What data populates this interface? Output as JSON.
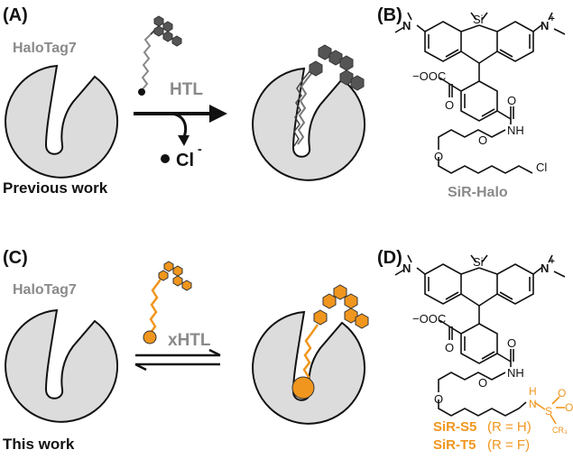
{
  "colors": {
    "black": "#111111",
    "gray_text": "#8a8a8a",
    "pocket_fill": "#dcdcdc",
    "hexagon_gray": "#555555",
    "orange": "#f0961e"
  },
  "panel_a": {
    "label": "(A)",
    "protein_label": "HaloTag7",
    "reaction_label": "HTL",
    "byproduct": "Cl",
    "byproduct_charge": "-",
    "caption": "Previous work"
  },
  "panel_b": {
    "label": "(B)",
    "atoms": {
      "si": "Si",
      "n_left": "N",
      "n_right": "N",
      "n_charge": "+",
      "carboxylate": "−OOC",
      "o_carbonyl": "O",
      "nh": "NH",
      "o1": "O",
      "o2": "O",
      "cl": "Cl"
    },
    "name": "SiR-Halo"
  },
  "panel_c": {
    "label": "(C)",
    "protein_label": "HaloTag7",
    "reaction_label": "xHTL",
    "caption": "This work"
  },
  "panel_d": {
    "label": "(D)",
    "atoms": {
      "si": "Si",
      "n_left": "N",
      "n_right": "N",
      "n_charge": "+",
      "carboxylate": "−OOC",
      "o_carbonyl": "O",
      "nh": "NH",
      "o1": "O",
      "o2": "O",
      "sulf_h": "H",
      "sulf_n": "N",
      "sulf_s": "S",
      "sulf_o1": "O",
      "sulf_o2": "O",
      "sulf_cr3": "CR₃"
    },
    "variants": [
      {
        "name": "SiR-S5",
        "condition": "(R = H)"
      },
      {
        "name": "SiR-T5",
        "condition": "(R = F)"
      }
    ]
  }
}
